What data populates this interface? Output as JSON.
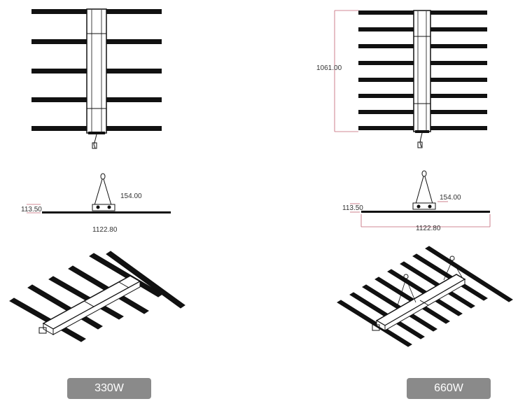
{
  "left": {
    "label": "330W",
    "side_width": "1122.80",
    "side_height": "113.50",
    "side_hanger": "154.00"
  },
  "right": {
    "label": "660W",
    "top_length": "1061.00",
    "side_width": "1122.80",
    "side_height": "113.50",
    "side_hanger": "154.00"
  },
  "colors": {
    "line": "#111111",
    "dimension": "#c06070",
    "badge": "#8a8a8a"
  }
}
